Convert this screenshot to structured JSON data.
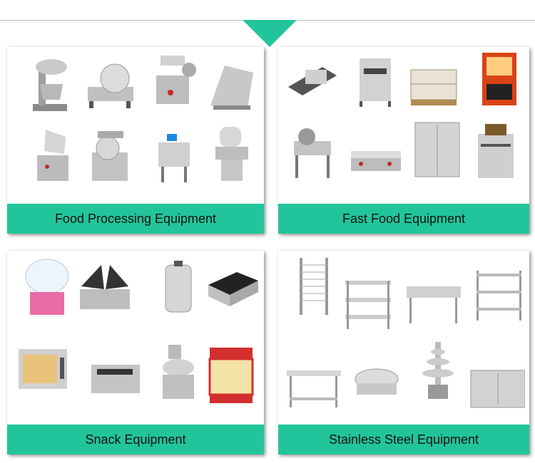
{
  "accent_color": "#22c59b",
  "panels": [
    {
      "label": "Food Processing Equipment",
      "items": [
        "mixer-icon",
        "meat-slicer-icon",
        "meat-grinder-icon",
        "dough-roller-icon",
        "dough-mixer-icon",
        "meat-mincer-icon",
        "vegetable-cutter-icon",
        "bone-saw-icon"
      ]
    },
    {
      "label": "Fast Food Equipment",
      "items": [
        "conveyor-toaster-icon",
        "pressure-fryer-icon",
        "food-warmer-display-icon",
        "drink-dispenser-icon",
        "vacuum-marinator-icon",
        "griddle-icon",
        "warming-cabinet-icon",
        "deep-fryer-icon"
      ]
    },
    {
      "label": "Snack Equipment",
      "items": [
        "cotton-candy-machine-icon",
        "panini-grill-icon",
        "water-boiler-icon",
        "induction-cooker-icon",
        "rotisserie-oven-icon",
        "toaster-icon",
        "juicer-icon",
        "popcorn-machine-icon"
      ]
    },
    {
      "label": "Stainless Steel Equipment",
      "items": [
        "tray-rack-trolley-icon",
        "service-cart-icon",
        "sink-icon",
        "wire-shelf-icon",
        "work-table-icon",
        "chafing-dish-icon",
        "chocolate-fountain-icon",
        "cabinet-table-icon"
      ]
    }
  ]
}
